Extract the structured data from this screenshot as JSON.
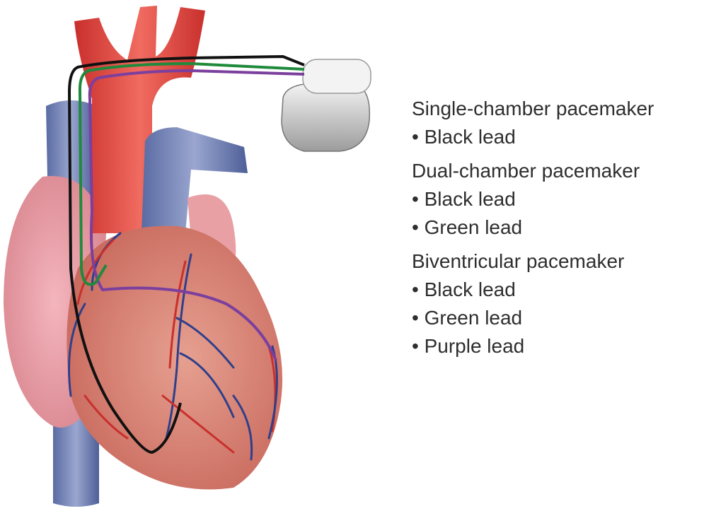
{
  "legend": {
    "groups": [
      {
        "title": "Single-chamber pacemaker",
        "items": [
          "Black lead"
        ]
      },
      {
        "title": "Dual-chamber pacemaker",
        "items": [
          "Black lead",
          "Green lead"
        ]
      },
      {
        "title": "Biventricular pacemaker",
        "items": [
          "Black lead",
          "Green lead",
          "Purple lead"
        ]
      }
    ]
  },
  "colors": {
    "black_lead": "#111111",
    "green_lead": "#1f8a3c",
    "purple_lead": "#7b3f9e",
    "artery": "#e0433f",
    "vein": "#6f80b3",
    "heart": "#d9877a"
  }
}
